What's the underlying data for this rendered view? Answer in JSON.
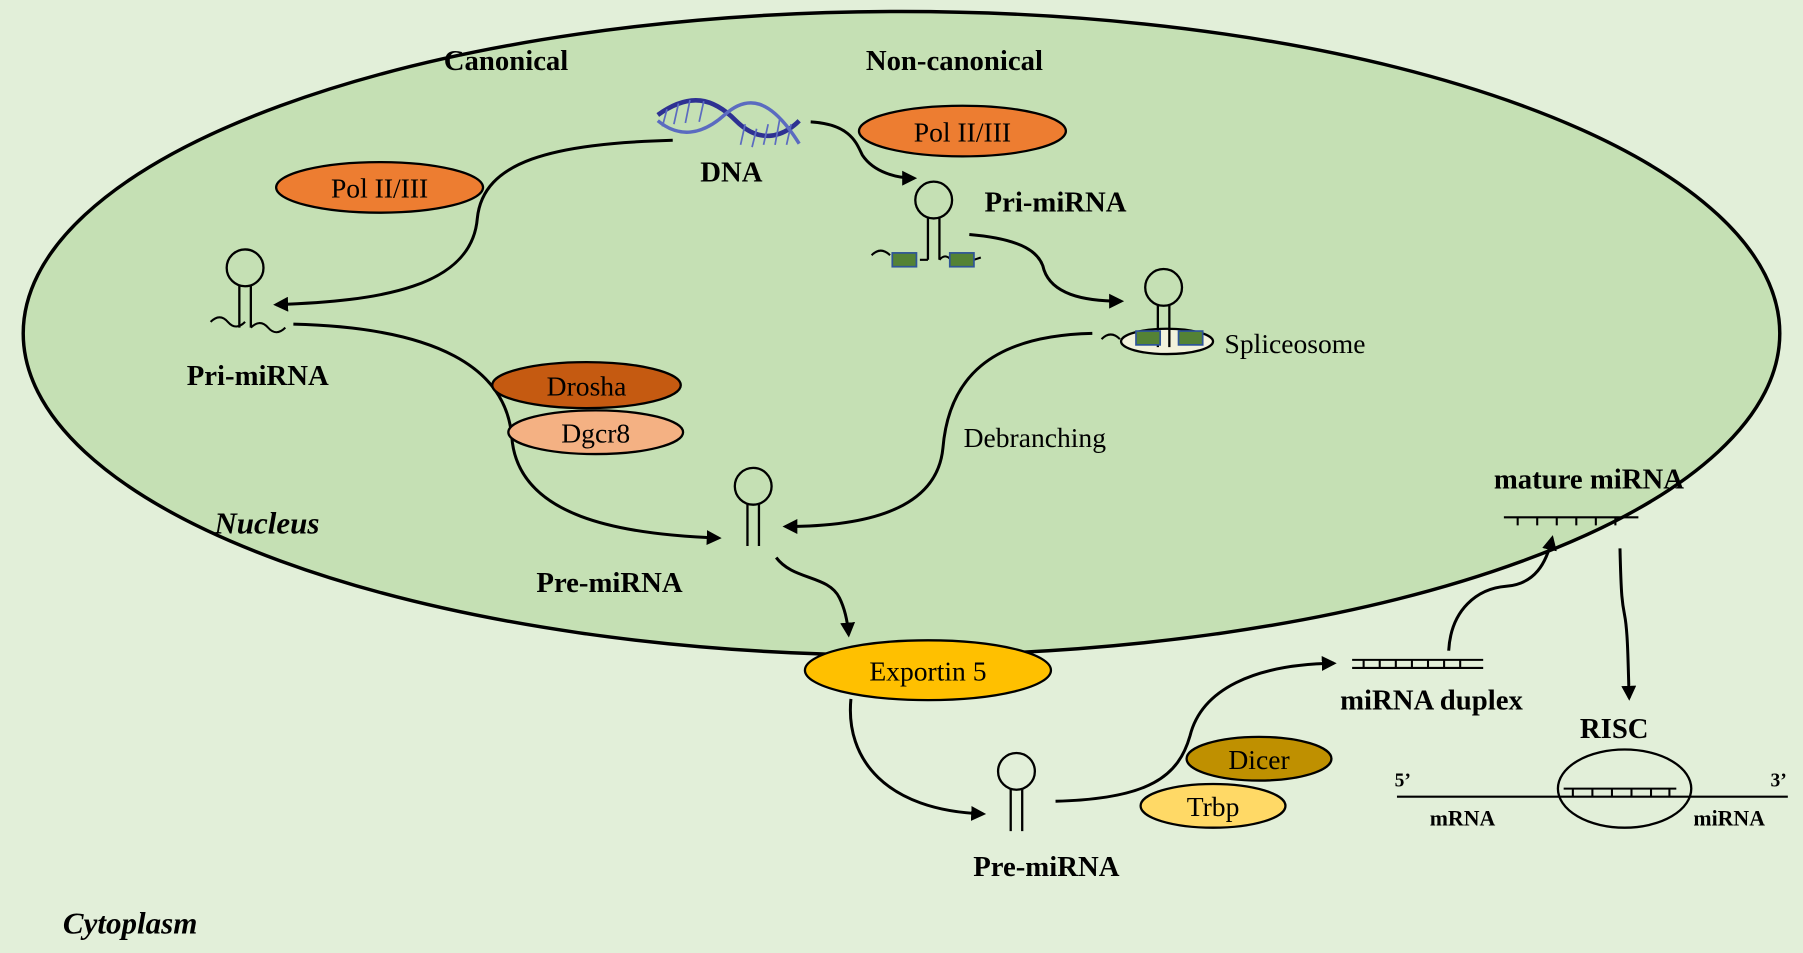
{
  "labels": {
    "canonical": "Canonical",
    "non_canonical": "Non-canonical",
    "dna": "DNA",
    "pri_mirna_canonical": "Pri-miRNA",
    "pri_mirna_noncanonical": "Pri-miRNA",
    "spliceosome": "Spliceosome",
    "debranching": "Debranching",
    "pre_mirna_nucleus": "Pre-miRNA",
    "nucleus": "Nucleus",
    "pre_mirna_cytoplasm": "Pre-miRNA",
    "mirna_duplex": "miRNA duplex",
    "mature_mirna": "mature miRNA",
    "risc": "RISC",
    "five_prime": "5’",
    "three_prime": "3’",
    "mrna": "mRNA",
    "mirna": "miRNA",
    "cytoplasm": "Cytoplasm"
  },
  "enzymes": {
    "pol_canonical": {
      "label": "Pol II/III",
      "color": "#ed7d31"
    },
    "pol_noncanonical": {
      "label": "Pol II/III",
      "color": "#ed7d31"
    },
    "drosha": {
      "label": "Drosha",
      "color": "#c55a11"
    },
    "dgcr8": {
      "label": "Dgcr8",
      "color": "#f4b183"
    },
    "exportin5": {
      "label": "Exportin 5",
      "color": "#ffc000"
    },
    "dicer": {
      "label": "Dicer",
      "color": "#bf9000"
    },
    "trbp": {
      "label": "Trbp",
      "color": "#ffd966"
    }
  },
  "colors": {
    "background": "#e2efd9",
    "nucleus": "#c5e0b4",
    "exon": "#548235",
    "dna": "#2e3192"
  }
}
